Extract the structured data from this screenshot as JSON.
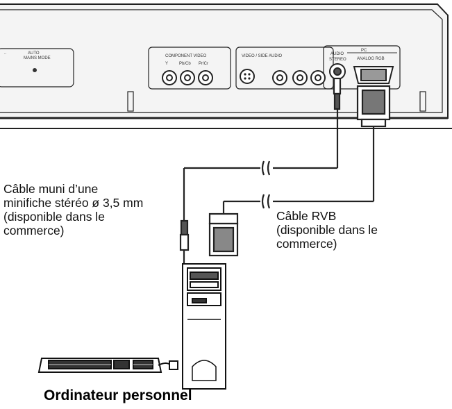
{
  "panel": {
    "left_partial_labels": [
      "..",
      "AUTO",
      "MAINS MODE"
    ],
    "component_video_label": "COMPONENT VIDEO",
    "component_jacks": [
      "Y",
      "Pb/Cb",
      "Pr/Cr"
    ],
    "video_side_label": "VIDEO / SIDE AUDIO",
    "audio_label": "AUDIO",
    "stereo_label": "STEREO",
    "pc_label": "PC",
    "analog_rgb_label": "ANALOG RGB"
  },
  "labels": {
    "stereo_cable": [
      "Câble muni d’une",
      "minifiche stéréo ø 3,5 mm",
      "(disponible dans le",
      "commerce)"
    ],
    "rgb_cable": [
      "Câble RVB",
      "(disponible dans le",
      "commerce)"
    ],
    "caption": "Ordinateur personnel"
  }
}
